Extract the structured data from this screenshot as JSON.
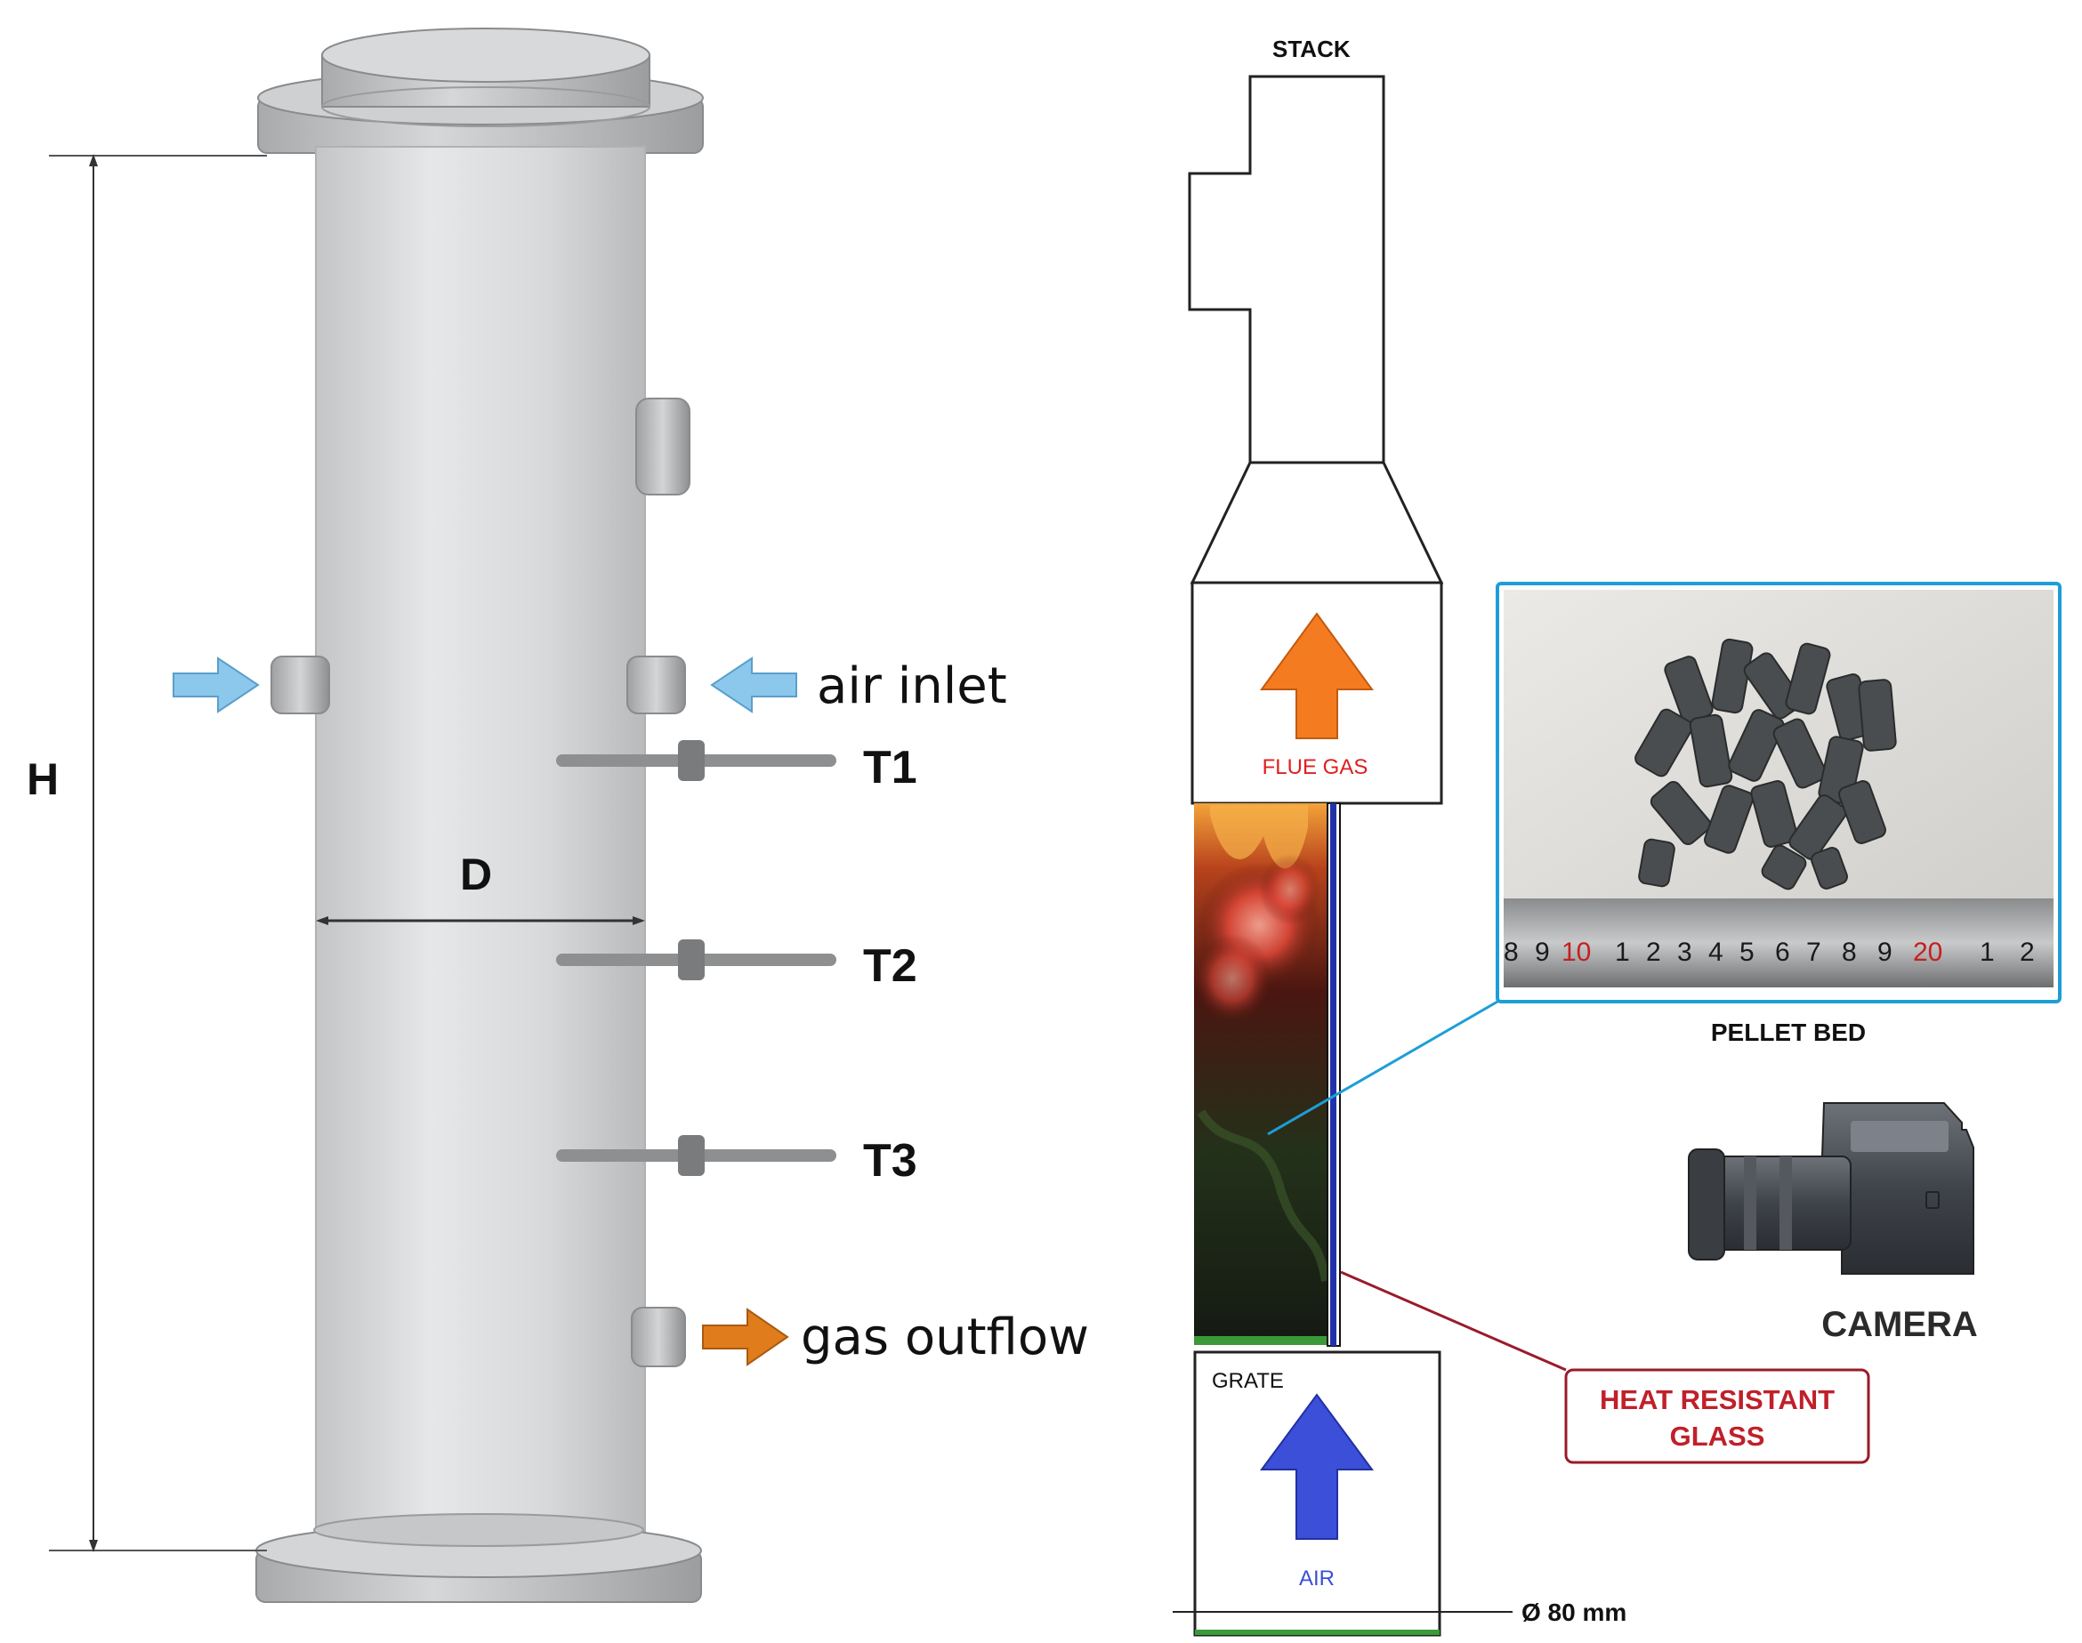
{
  "left_diagram": {
    "height_label": "H",
    "diameter_label": "D",
    "air_inlet_label": "air inlet",
    "thermocouples": [
      "T1",
      "T2",
      "T3"
    ],
    "gas_outflow_label": "gas outflow",
    "colors": {
      "air_arrow": "#8cc8ec",
      "gas_arrow": "#e07c1c",
      "cylinder": "#d9dadb"
    }
  },
  "right_diagram": {
    "stack_label": "STACK",
    "flue_gas_label": "FLUE GAS",
    "grate_label": "GRATE",
    "air_label": "AIR",
    "diameter_label": "Ø 80 mm",
    "pellet_bed_label": "PELLET BED",
    "ruler_ticks": [
      "8",
      "9",
      "10",
      "1",
      "2",
      "3",
      "4",
      "5",
      "6",
      "7",
      "8",
      "9",
      "20",
      "1",
      "2"
    ],
    "camera_label": "CAMERA",
    "glass_label_line1": "HEAT RESISTANT",
    "glass_label_line2": "GLASS",
    "colors": {
      "flue_arrow": "#f47b20",
      "air_arrow": "#3b4fd8",
      "glass": "#2233aa",
      "grate": "#3a9a3a",
      "callout_line": "#1e9ed6",
      "glass_callout": "#9a1b2a"
    }
  }
}
